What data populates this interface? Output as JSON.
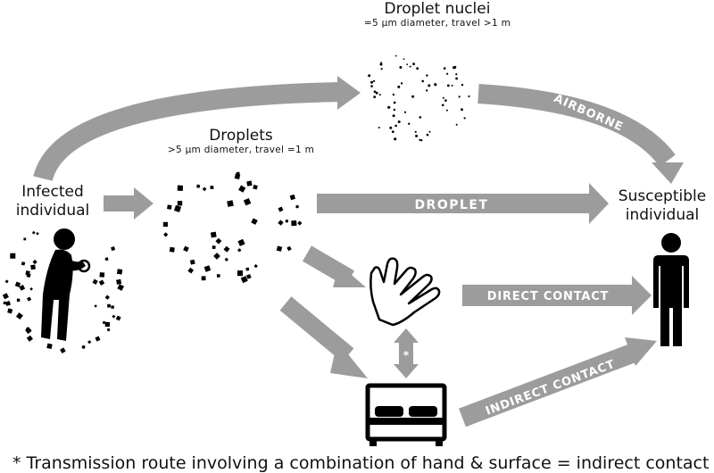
{
  "nodes": {
    "droplet_nuclei": {
      "title": "Droplet nuclei",
      "subtitle": "=5 µm diameter, travel >1 m"
    },
    "droplets": {
      "title": "Droplets",
      "subtitle": ">5 µm diameter, travel =1 m"
    },
    "infected": {
      "line1": "Infected",
      "line2": "individual"
    },
    "susceptible": {
      "line1": "Susceptible",
      "line2": "individual"
    }
  },
  "routes": {
    "airborne": "AIRBORNE",
    "droplet": "DROPLET",
    "direct_contact": "DIRECT CONTACT",
    "indirect_contact": "INDIRECT CONTACT"
  },
  "asterisk": "*",
  "footnote": "* Transmission route involving a combination of hand & surface = indirect contact",
  "colors": {
    "arrow": "#9c9c9c",
    "ink": "#000000",
    "label": "#ffffff"
  },
  "icons": [
    "person-coughing-icon",
    "hand-icon",
    "bed-icon",
    "standing-person-icon"
  ]
}
